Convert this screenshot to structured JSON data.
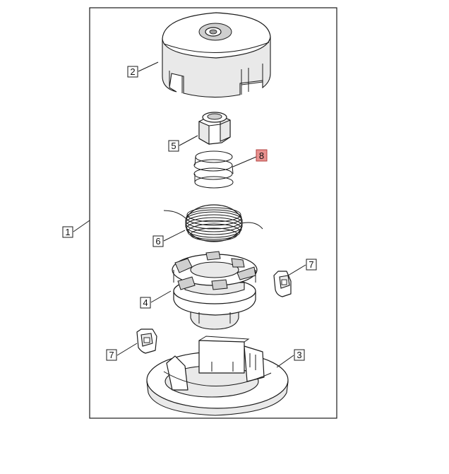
{
  "callouts": {
    "c1": "1",
    "c2": "2",
    "c3": "3",
    "c4": "4",
    "c5": "5",
    "c6": "6",
    "c7a": "7",
    "c7b": "7",
    "c8": "8"
  },
  "colors": {
    "highlight_fill": "#e8918f",
    "highlight_stroke": "#b2413f",
    "line": "#1a1a1a"
  }
}
